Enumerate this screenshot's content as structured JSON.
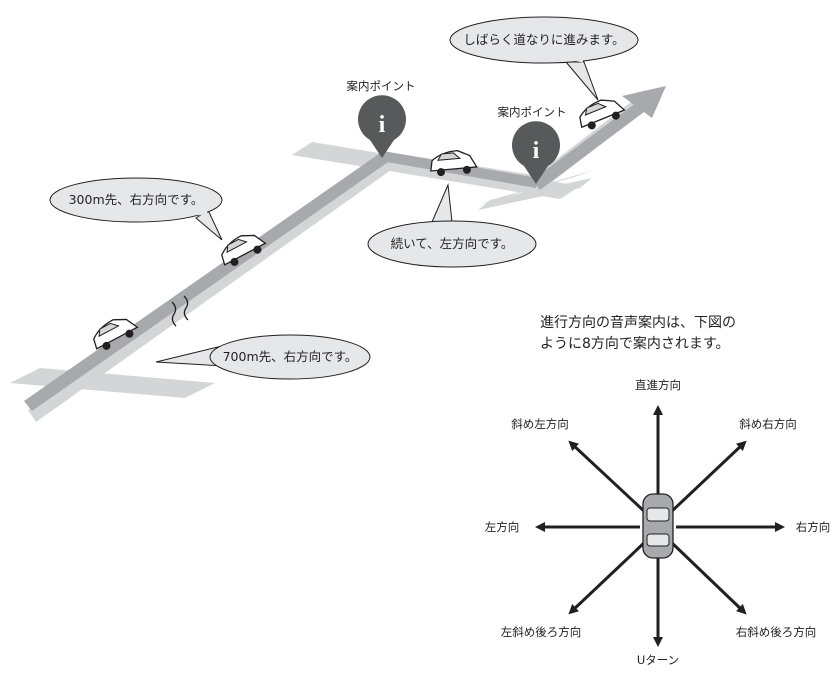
{
  "route": {
    "bubbles": {
      "continue_straight": "しばらく道なりに進みます。",
      "right_300m": "300m先、右方向です。",
      "then_left": "続いて、左方向です。",
      "right_700m": "700m先、右方向です。"
    },
    "guide_point_label_1": "案内ポイント",
    "guide_point_label_2": "案内ポイント",
    "info_glyph": "i"
  },
  "directions": {
    "caption_line1": "進行方向の音声案内は、下図の",
    "caption_line2": "ように8方向で案内されます。",
    "straight": "直進方向",
    "slight_left": "斜め左方向",
    "slight_right": "斜め右方向",
    "left": "左方向",
    "right": "右方向",
    "sharp_left": "左斜め後ろ方向",
    "sharp_right": "右斜め後ろ方向",
    "u_turn": "Uターン"
  },
  "colors": {
    "road_light": "#d4d5d7",
    "road_dark": "#a7a9ac",
    "bubble_fill": "#e6e7e8",
    "pin_fill": "#58595b",
    "arrow": "#231f20"
  }
}
